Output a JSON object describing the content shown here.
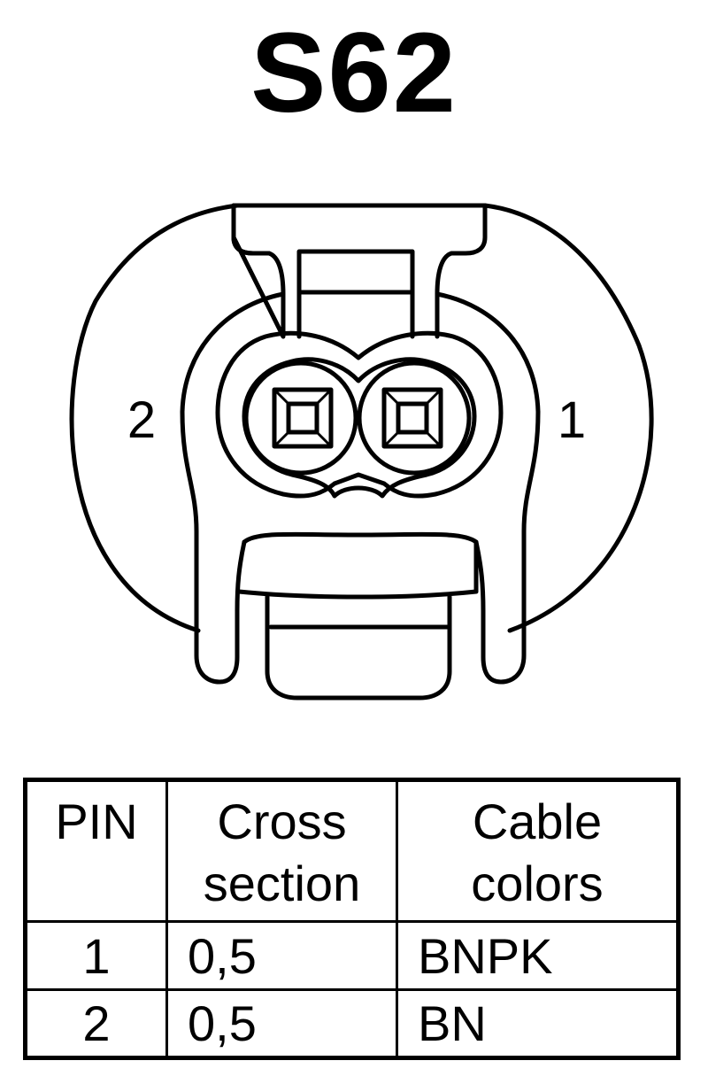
{
  "connector": {
    "name": "S62",
    "pin_left_label": "2",
    "pin_right_label": "1"
  },
  "table": {
    "headers": {
      "pin": "PIN",
      "cross_section": [
        "Cross",
        "section"
      ],
      "cable_colors": [
        "Cable",
        "colors"
      ]
    },
    "rows": [
      {
        "pin": "1",
        "cross_section": "0,5",
        "cable_color": "BNPK"
      },
      {
        "pin": "2",
        "cross_section": "0,5",
        "cable_color": "BN"
      }
    ]
  },
  "colors": {
    "line": "#000000",
    "background": "#ffffff"
  }
}
